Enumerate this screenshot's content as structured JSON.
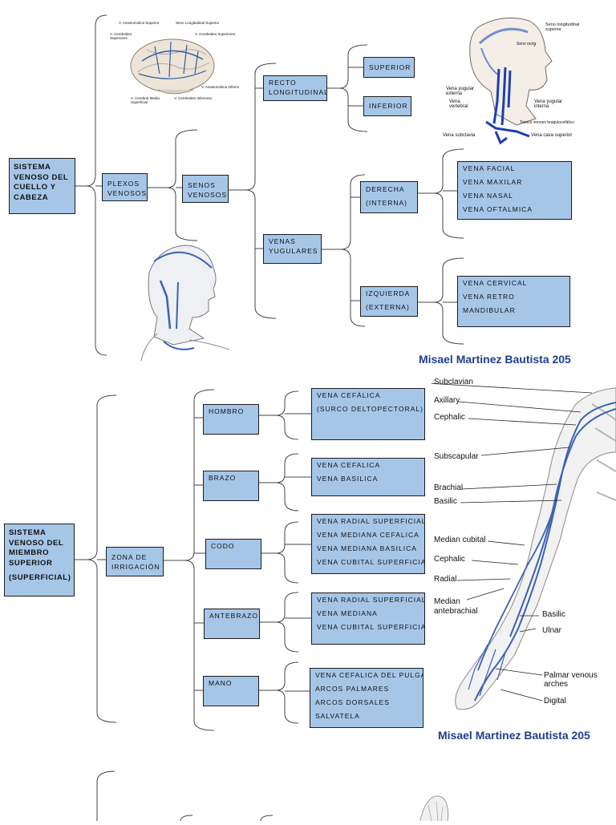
{
  "section1": {
    "root": [
      "SISTEMA",
      "VENOSO DEL",
      "CUELLO Y",
      "CABEZA"
    ],
    "plexos": [
      "PLEXOS",
      "VENOSOS"
    ],
    "senos": [
      "SENOS",
      "VENOSOS"
    ],
    "recto": [
      "RECTO",
      "LONGITUDINAL"
    ],
    "superior": "SUPERIOR",
    "inferior": "INFERIOR",
    "venas_yugulares": [
      "VENAS",
      "YUGULARES"
    ],
    "derecha": [
      "DERECHA",
      "(INTERNA)"
    ],
    "izquierda": [
      "IZQUIERDA",
      "(EXTERNA)"
    ],
    "derecha_items": [
      "VENA FACIAL",
      "VENA MAXILAR",
      "VENA NASAL",
      "VENA OFTALMICA"
    ],
    "izquierda_items": [
      "VENA CERVICAL",
      "VENA RETRO",
      "MANDIBULAR"
    ],
    "author": "Misael Martinez Bautista 205",
    "brain_labels": [
      "V. Anastomótica Superior",
      "Seno Longitudinal Superior",
      "V. Cerebrales Superiores",
      "V. Cerebrales Superiores",
      "V. Anastomótica Inferior",
      "V. Cerebral Media Superficial",
      "V. Cerebrales Inferiores"
    ],
    "neck_labels": [
      "Seno longitudinal superior",
      "Seno recto",
      "Vena yugular externa",
      "Vena vertebral",
      "Vena yugular interna",
      "Tronco venoso braquiocefálico",
      "Vena subclavia",
      "Vena cava superior"
    ]
  },
  "section2": {
    "root": [
      "SISTEMA",
      "VENOSO DEL",
      "MIEMBRO",
      "SUPERIOR",
      "(SUPERFICIAL)"
    ],
    "zona": [
      "ZONA DE",
      "IRRIGACIÓN"
    ],
    "regions": [
      {
        "label": "HOMBRO",
        "items": [
          "VENA CEFÁLICA",
          "(SURCO DELTOPECTORAL)"
        ]
      },
      {
        "label": "BRAZO",
        "items": [
          "VENA CEFALICA",
          "VENA BASILICA"
        ]
      },
      {
        "label": "CODO",
        "items": [
          "VENA RADIAL SUPERFICIAL",
          "VENA MEDIANA CEFALICA",
          "VENA MEDIANA BASILICA",
          "VENA CUBITAL SUPERFICIAL"
        ]
      },
      {
        "label": "ANTEBRAZO",
        "items": [
          "VENA RADIAL SUPERFICIAL",
          "VENA MEDIANA",
          "VENA CUBITAL SUPERFICIAL"
        ]
      },
      {
        "label": "MANO",
        "items": [
          "VENA CEFALICA DEL PULGAR",
          "ARCOS PALMARES",
          "ARCOS DORSALES",
          "SALVATELA"
        ]
      }
    ],
    "arm_labels": [
      "Subclavian",
      "Axillary",
      "Cephalic",
      "Subscapular",
      "Brachial",
      "Basilic",
      "Median cubital",
      "Cephalic",
      "Radial",
      "Median",
      "antebrachial",
      "Basilic",
      "Ulnar",
      "Palmar venous arches",
      "Digital"
    ],
    "author": "Misael Martinez Bautista 205"
  }
}
